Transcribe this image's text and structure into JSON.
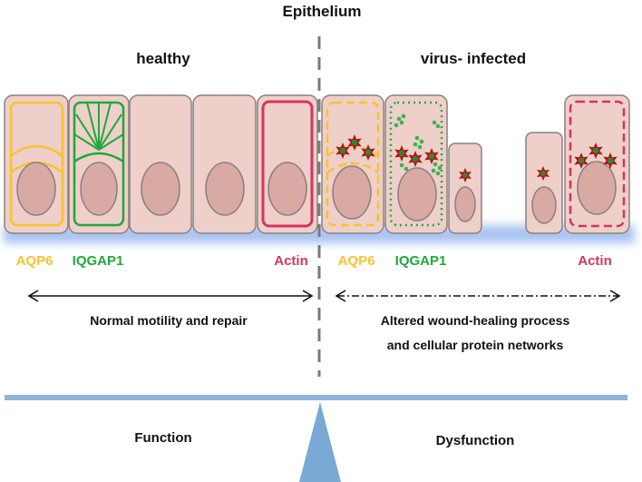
{
  "title": "Epithelium",
  "sections": {
    "healthy": "healthy",
    "infected": "virus- infected"
  },
  "labels": {
    "healthy": {
      "aqp6": "AQP6",
      "iqgap1": "IQGAP1",
      "actin": "Actin"
    },
    "infected": {
      "aqp6": "AQP6",
      "iqgap1": "IQGAP1",
      "actin": "Actin"
    }
  },
  "captions": {
    "healthy": "Normal motility and repair",
    "infected_line1": "Altered wound-healing process",
    "infected_line2": "and cellular protein networks"
  },
  "balance": {
    "left": "Function",
    "right": "Dysfunction"
  },
  "colors": {
    "cell_fill": "#efcfc9",
    "cell_stroke": "#8a8080",
    "nucleus_fill": "#d9a9a3",
    "basement": "#9fbdf0",
    "aqp6": "#f7c42b",
    "iqgap1": "#1fa83a",
    "actin": "#d2355e",
    "virus_outer": "#b01818",
    "virus_inner": "#2d8a2d",
    "beam": "#8fb4d8",
    "fulcrum": "#7aa9d6",
    "divider": "#7a7a7a"
  }
}
